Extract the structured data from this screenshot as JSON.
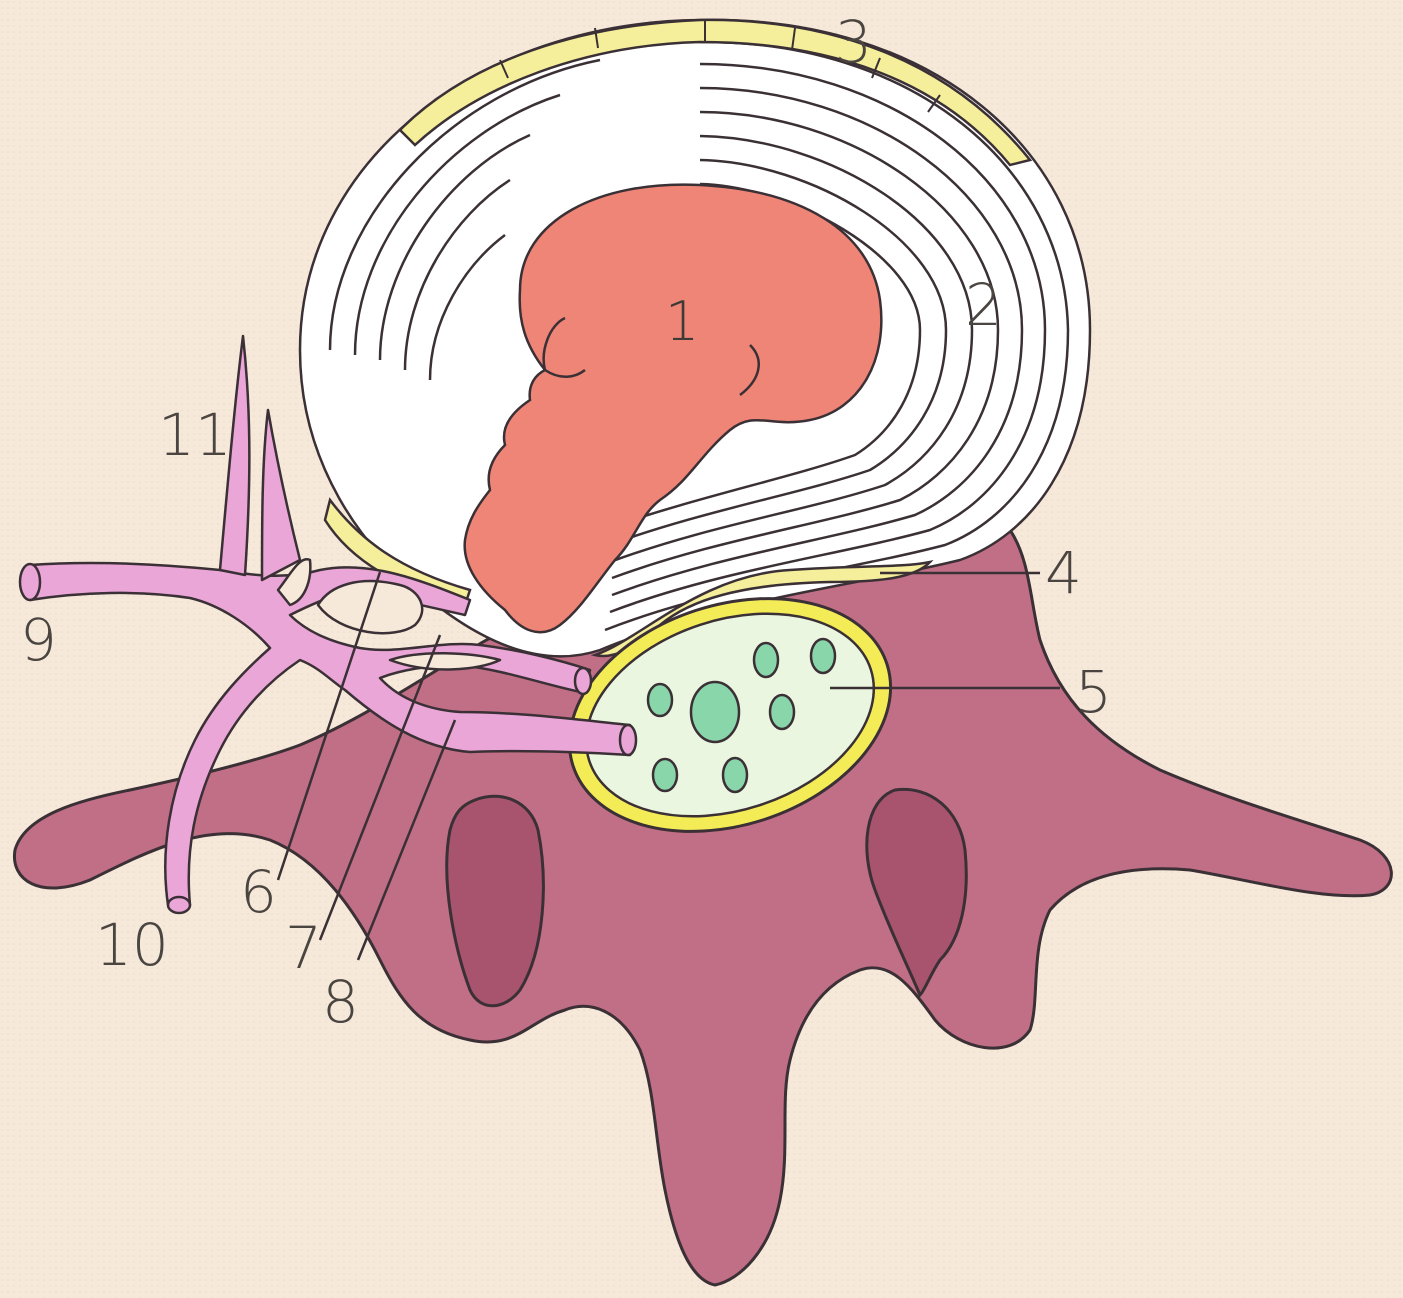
{
  "diagram": {
    "labels": {
      "l1": "1",
      "l2": "2",
      "l3": "3",
      "l4": "4",
      "l5": "5",
      "l6": "6",
      "l7": "7",
      "l8": "8",
      "l9": "9",
      "l10": "10",
      "l11": "11"
    }
  },
  "colors": {
    "background": "#f6e9da",
    "vertebra": "#c06f86",
    "vertebra_dark": "#a9546e",
    "annulus": "#ffffff",
    "nucleus": "#ef8577",
    "ligament": "#f5ee9a",
    "dural_sac": "#eaf6df",
    "dural_rim": "#f4ec57",
    "nerve_roots": "#8ad6ab",
    "nerve_pink": "#eba6d8",
    "outline": "#3a3035"
  }
}
